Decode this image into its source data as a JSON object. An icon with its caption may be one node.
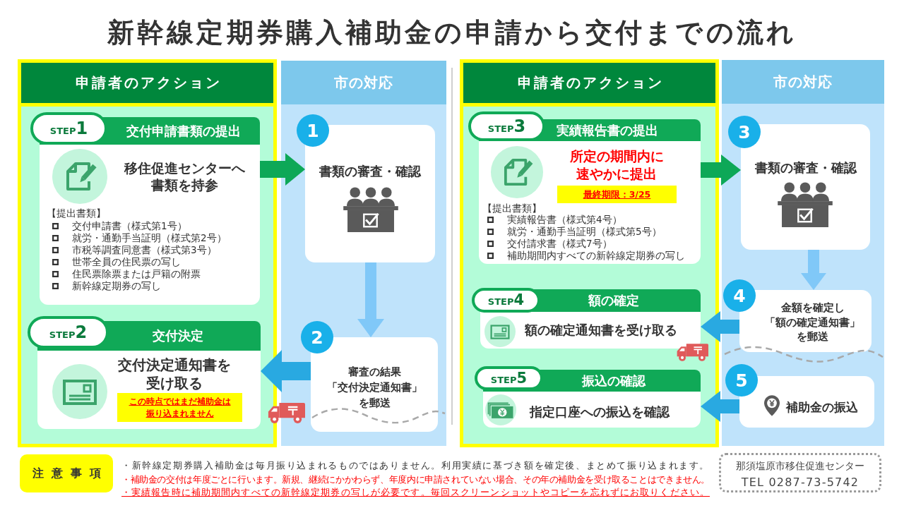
{
  "diagram": {
    "title": "新幹線定期券購入補助金の申請から交付までの流れ",
    "nodes": [
      {
        "text": [
          "申請者のアクション"
        ]
      },
      {
        "text": [
          "STEP1"
        ],
        "in": 0
      },
      {
        "text": [
          "交付申請書類の提出",
          "移住促進センターへ書類を持参",
          "【提出書類】",
          "交付申請書（様式第1号）",
          "就労・通勤手当証明（様式第2号）",
          "市税等調査同意書（様式第3号）",
          "世帯全員の住民票の写し",
          "住民票除票または戸籍の附票",
          "新幹線定期券の写し"
        ],
        "in": 0
      },
      {
        "text": [
          "STEP2"
        ],
        "in": 0
      },
      {
        "text": [
          "交付決定",
          "交付決定通知書を受け取る"
        ],
        "in": 0
      },
      {
        "text": [
          "この時点ではまだ補助金は振り込まれません"
        ],
        "in": 4
      },
      {
        "text": [
          "市の対応"
        ]
      },
      {
        "text": [
          "1"
        ],
        "in": 6
      },
      {
        "text": [
          "書類の審査・確認"
        ],
        "in": 6
      },
      {
        "text": [
          "2"
        ],
        "in": 6
      },
      {
        "text": [
          "審査の結果「交付決定通知書」を郵送"
        ],
        "in": 6
      },
      {
        "text": [
          "申請者のアクション"
        ]
      },
      {
        "text": [
          "STEP3"
        ],
        "in": 11
      },
      {
        "text": [
          "実績報告書の提出",
          "所定の期間内に速やかに提出",
          "【提出書類】",
          "実績報告書（様式第4号）",
          "就労・通勤手当証明（様式第5号）",
          "交付請求書（様式7号）",
          "補助期間内すべての新幹線定期券の写し"
        ],
        "in": 11
      },
      {
        "text": [
          "最終期限：3/25"
        ],
        "in": 13
      },
      {
        "text": [
          "STEP4"
        ],
        "in": 11
      },
      {
        "text": [
          "額の確定",
          "額の確定通知書を受け取る"
        ],
        "in": 11
      },
      {
        "text": [
          "STEP5"
        ],
        "in": 11
      },
      {
        "text": [
          "振込の確認",
          "指定口座への振込を確認"
        ],
        "in": 11
      },
      {
        "text": [
          "市の対応"
        ]
      },
      {
        "text": [
          "3"
        ],
        "in": 19
      },
      {
        "text": [
          "書類の審査・確認"
        ],
        "in": 19
      },
      {
        "text": [
          "4"
        ],
        "in": 19
      },
      {
        "text": [
          "金額を確定し「額の確定通知書」を郵送"
        ],
        "in": 19
      },
      {
        "text": [
          "5"
        ],
        "in": 19
      },
      {
        "text": [
          "補助金の振込"
        ],
        "in": 19
      },
      {
        "text": [
          "注意事項"
        ]
      },
      {
        "text": [
          "那須塩原市移住促進センター",
          "TEL 0287-73-5742"
        ]
      }
    ],
    "edges": [
      {
        "from": 2,
        "to": 8,
        "arrow": "to",
        "color": "#0da857"
      },
      {
        "from": 8,
        "to": 10,
        "arrow": "to",
        "color": "#80c8f8"
      },
      {
        "from": 10,
        "to": 4,
        "arrow": "to"
      },
      {
        "from": 13,
        "to": 21,
        "arrow": "to",
        "color": "#0da857"
      },
      {
        "from": 21,
        "to": 23,
        "arrow": "to",
        "color": "#80c8f8"
      },
      {
        "from": 23,
        "to": 16,
        "arrow": "to"
      },
      {
        "from": 25,
        "to": 18,
        "arrow": "to"
      }
    ],
    "labels": [
      "・新幹線定期券購入補助金は毎月振り込まれるものではありません。利用実績に基づき額を確定後、まとめて振り込まれます。",
      "・補助金の交付は年度ごとに行います。新規、継続にかかわらず、年度内に申請されていない場合、その年の補助金を受け取ることはできません。",
      "・実績報告時に補助期間内すべての新幹線定期券の写しが必要です。毎回スクリーンショットやコピーを忘れずにお取りください。"
    ]
  }
}
